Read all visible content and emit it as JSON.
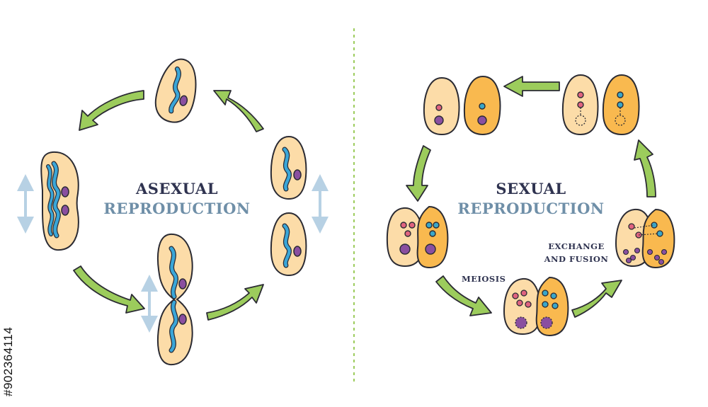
{
  "asexual": {
    "title_line1": "ASEXUAL",
    "title_line2": "REPRODUCTION"
  },
  "sexual": {
    "title_line1": "SEXUAL",
    "title_line2": "REPRODUCTION",
    "label_meiosis": "MEIOSIS",
    "label_exchange_line1": "EXCHANGE",
    "label_exchange_line2": "AND FUSION"
  },
  "stock_id": "#902364114",
  "colors": {
    "cell_light": "#fcdca8",
    "cell_dark": "#f9b94f",
    "outline": "#2b2b33",
    "chromosome": "#3aa6d8",
    "nucleus": "#8a4fa0",
    "dot_pink": "#e0637f",
    "dot_teal": "#3aa6c8",
    "arrow_green": "#9ccc5c",
    "size_arrow": "#b7d1e4",
    "title_dark": "#2f3350",
    "title_blue": "#6f8fa8",
    "divider": "#9ccc5c"
  }
}
